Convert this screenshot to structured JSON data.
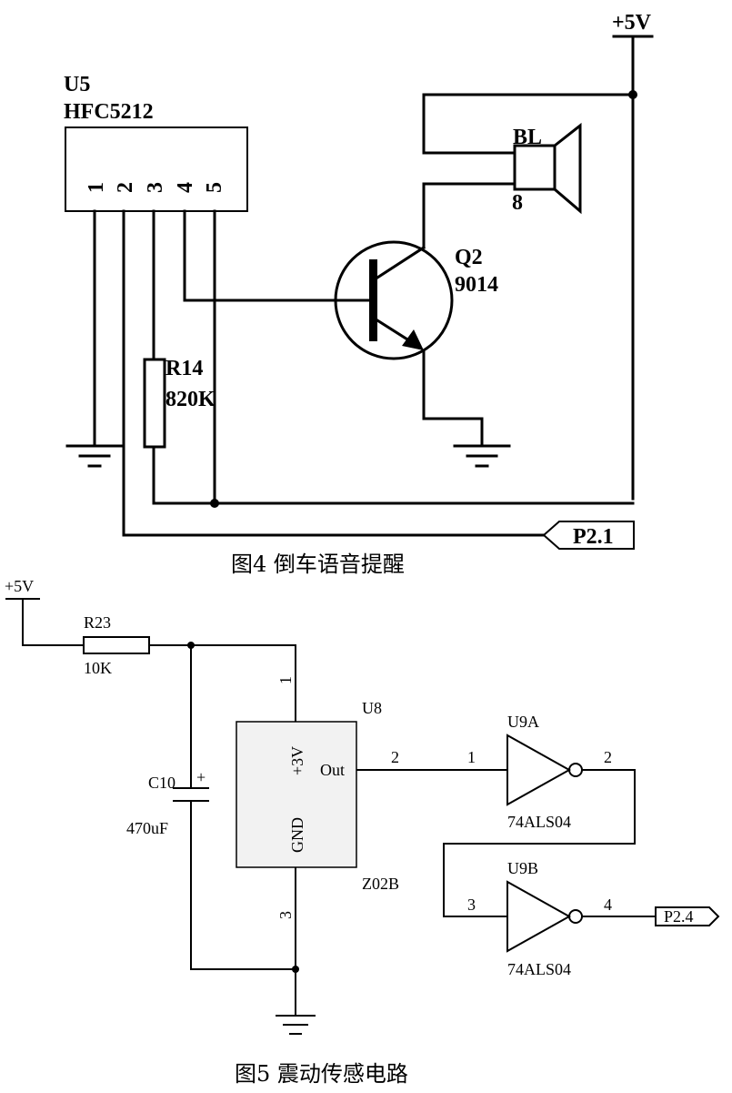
{
  "figure4": {
    "caption": "图4  倒车语音提醒",
    "power": "+5V",
    "u5_ref": "U5",
    "u5_part": "HFC5212",
    "u5_pins": [
      "1",
      "2",
      "3",
      "4",
      "5"
    ],
    "speaker_ref": "BL",
    "speaker_value": "8",
    "transistor_ref": "Q2",
    "transistor_part": "9014",
    "resistor_ref": "R14",
    "resistor_value": "820K",
    "port_label": "P2.1"
  },
  "figure5": {
    "caption": "图5  震动传感电路",
    "power": "+5V",
    "r_ref": "R23",
    "r_value": "10K",
    "c_ref": "C10",
    "c_value": "470uF",
    "c_polarity": "+",
    "u8_ref": "U8",
    "u8_part": "Z02B",
    "u8_pin_vcc": "+3V",
    "u8_pin_out": "Out",
    "u8_pin_gnd": "GND",
    "u8_pin1": "1",
    "u8_pin2": "2",
    "u8_pin3": "3",
    "u9a_ref": "U9A",
    "u9a_part": "74ALS04",
    "u9a_in": "1",
    "u9a_out": "2",
    "u9b_ref": "U9B",
    "u9b_part": "74ALS04",
    "u9b_in": "3",
    "u9b_out": "4",
    "port_label": "P2.4"
  }
}
